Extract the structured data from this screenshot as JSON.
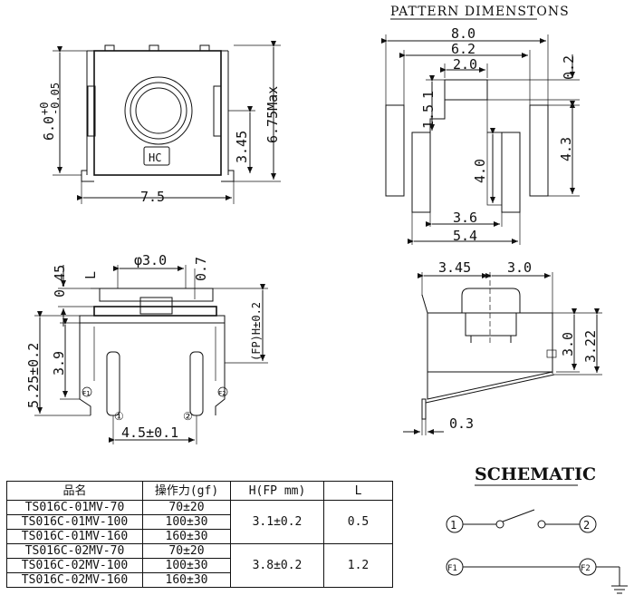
{
  "top_view": {
    "width": "7.5",
    "height": "6.0",
    "height_tol_upper": "+0",
    "height_tol_lower": "-0.05",
    "max_height": "6.75Max",
    "center_height": "3.45",
    "logo": "HC"
  },
  "pattern": {
    "title": "PATTERN DIMENSTONS",
    "overall": "8.0",
    "inner": "6.2",
    "top_pad": "2.0",
    "gap": "0.2",
    "pad_height": "1.5",
    "pad_gap": "1",
    "side_pad": "4.3",
    "center_height": "4.0",
    "bottom_gap": "3.6",
    "bottom_width": "5.4"
  },
  "front_view": {
    "diameter": "φ3.0",
    "pin": "0.7",
    "top_gap": "0.45",
    "lever": "L",
    "fp_height": "(FP)H±0.2",
    "height": "5.25±0.2",
    "inner_height": "3.9",
    "pitch": "4.5±0.1",
    "pin1": "①",
    "pin2": "②",
    "pinF1": "F1",
    "pinF2": "F2"
  },
  "side_view": {
    "left": "3.45",
    "right": "3.0",
    "height": "3.0",
    "total": "3.22",
    "thickness": "0.3"
  },
  "table": {
    "headers": [
      "品名",
      "操作力(gf)",
      "H(FP mm)",
      "L"
    ],
    "rows": [
      {
        "name": "TS016C-01MV-70",
        "force": "70±20"
      },
      {
        "name": "TS016C-01MV-100",
        "force": "100±30"
      },
      {
        "name": "TS016C-01MV-160",
        "force": "160±30"
      },
      {
        "name": "TS016C-02MV-70",
        "force": "70±20"
      },
      {
        "name": "TS016C-02MV-100",
        "force": "100±30"
      },
      {
        "name": "TS016C-02MV-160",
        "force": "160±30"
      }
    ],
    "group1_h": "3.1±0.2",
    "group1_l": "0.5",
    "group2_h": "3.8±0.2",
    "group2_l": "1.2"
  },
  "schematic": {
    "title": "SCHEMATIC",
    "node1": "1",
    "node2": "2",
    "nodeF1": "F1",
    "nodeF2": "F2"
  }
}
